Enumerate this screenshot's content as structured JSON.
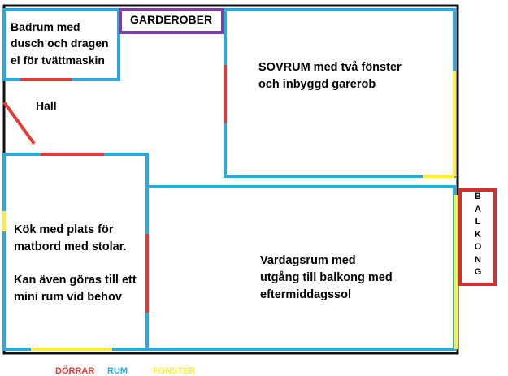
{
  "rooms": {
    "badrum": {
      "line1": "Badrum med",
      "line2": "dusch och dragen",
      "line3": "el för tvättmaskin"
    },
    "garderober": "GARDEROBER",
    "hall": "Hall",
    "sovrum": {
      "line1": "SOVRUM med två fönster",
      "line2": "och inbyggd garerob"
    },
    "kok": {
      "line1": "Kök med plats för",
      "line2": "matbord med stolar.",
      "line3": "Kan även göras till ett",
      "line4": "mini rum vid behov"
    },
    "vardagsrum": {
      "line1": "Vardagsrum med",
      "line2": "utgång till balkong med",
      "line3": "eftermiddagssol"
    },
    "balkong": [
      "B",
      "A",
      "L",
      "K",
      "O",
      "N",
      "G"
    ]
  },
  "legend": {
    "door": "DÖRRAR",
    "room": "RUM",
    "window": "FÖNSTER"
  },
  "colors": {
    "outline": "#111111",
    "room": "#2aa8e0",
    "door": "#e53935",
    "window": "#ffee33",
    "closet": "#7b3fa0",
    "balcony": "#d32f2f"
  }
}
